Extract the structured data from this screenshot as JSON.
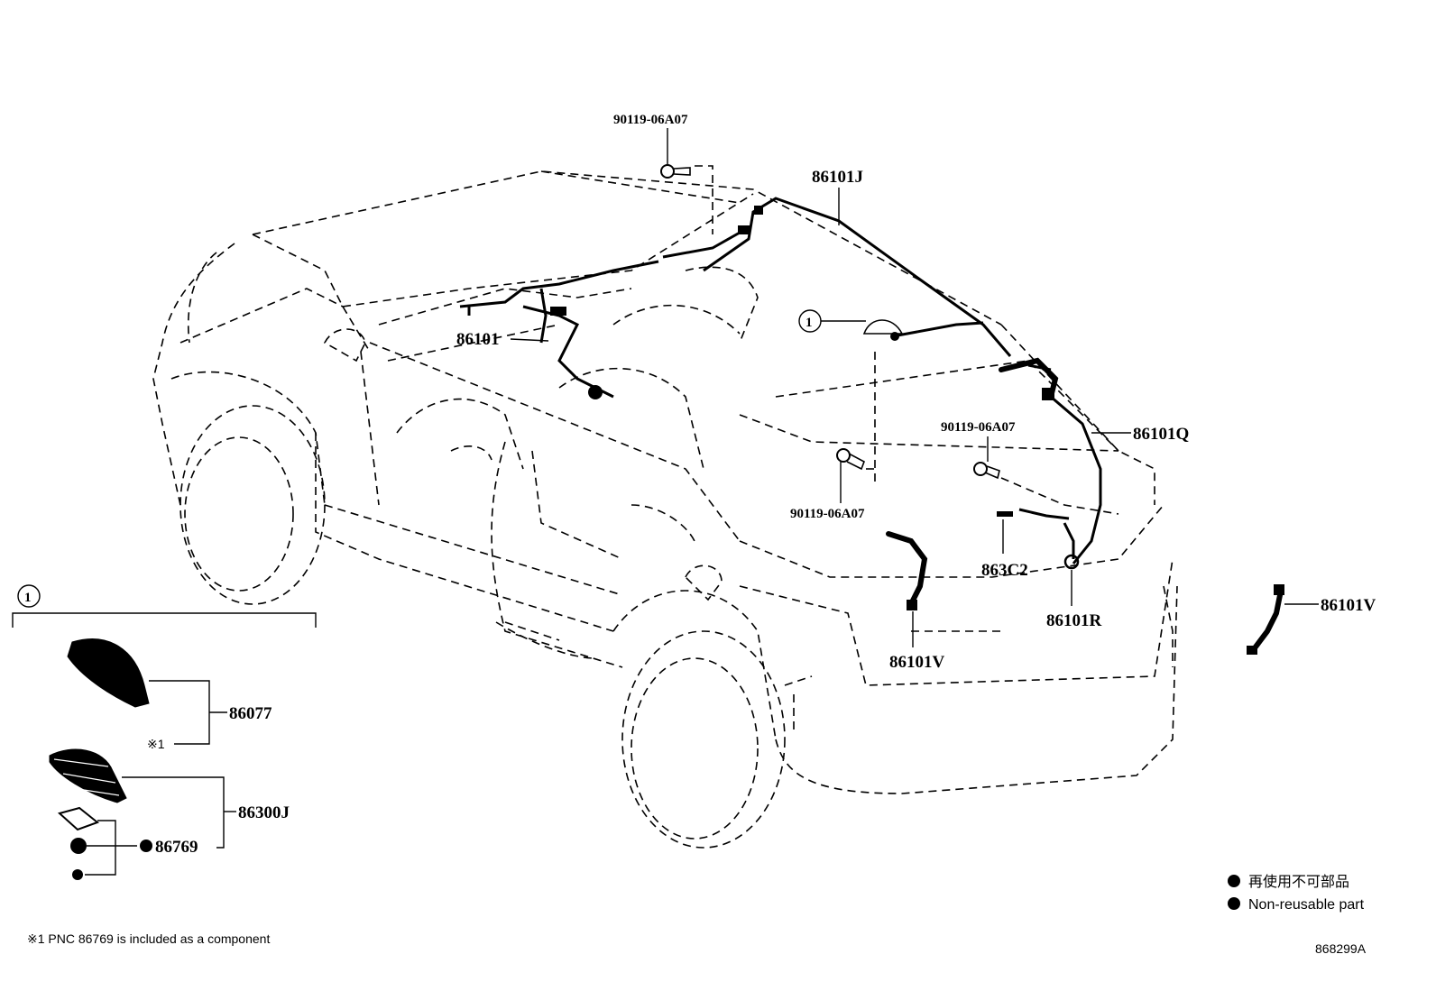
{
  "callouts": {
    "bolt_top": "90119-06A07",
    "roof_harness": "86101J",
    "main_harness": "86101",
    "circle_ref_main": "1",
    "bolt_mid_right": "90119-06A07",
    "rear_harness_q": "86101Q",
    "bolt_lower": "90119-06A07",
    "connector": "863C2",
    "rear_harness_r": "86101R",
    "harness_v_right": "86101V",
    "harness_v_center": "86101V"
  },
  "assembly": {
    "ref": "1",
    "part_cover": "86077",
    "note_mark": "※1",
    "part_antenna": "86300J",
    "part_gasket": "86769"
  },
  "legend": {
    "jp_text": "再使用不可部品",
    "en_text": "Non-reusable part"
  },
  "footnote": "※1 PNC 86769 is included as a component",
  "figure_id": "868299A",
  "colors": {
    "line": "#000000",
    "background": "#ffffff"
  },
  "icons": {
    "non_reusable": "filled-circle-icon",
    "reference": "circled-number-icon"
  }
}
